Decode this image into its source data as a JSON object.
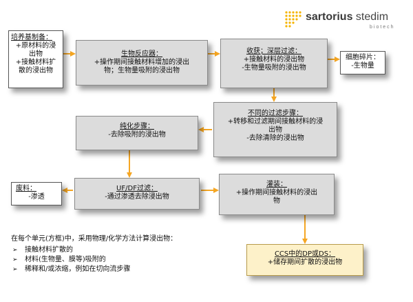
{
  "logo": {
    "name_bold": "sartorius",
    "name_light": " stedim",
    "sub": "biotech"
  },
  "boxes": {
    "media_prep": {
      "title": "培养基制备：",
      "lines": [
        "+原材料的浸",
        "出物",
        "+接触材料扩",
        "散的浸出物"
      ]
    },
    "bioreactor": {
      "title": "生物反应器：",
      "lines": [
        "+操作期间接触材料增加的浸出",
        "物；生物量吸附的浸出物"
      ]
    },
    "harvest": {
      "title": "收获；深层过滤：",
      "lines": [
        "+接触材料的浸出物",
        "-生物量吸附的浸出物"
      ]
    },
    "debris": {
      "title": "细胞碎片：",
      "lines": [
        "-生物量"
      ]
    },
    "filtration": {
      "title": "不同的过滤步骤：",
      "lines": [
        "+转移和过滤期间接触材料的浸",
        "出物",
        "-去除清除的浸出物"
      ]
    },
    "purification": {
      "title": "纯化步骤：",
      "lines": [
        "-去除吸附的浸出物"
      ]
    },
    "waste": {
      "title": "废料：",
      "lines": [
        "-渗透"
      ]
    },
    "ufdf": {
      "title": "UF/DF过滤：",
      "lines": [
        "-通过渗透去除浸出物"
      ]
    },
    "filling": {
      "title": "灌装：",
      "lines": [
        "+操作期间接触材料的浸出",
        "物"
      ]
    },
    "ccs": {
      "title": "CCS中的DP或DS：",
      "lines": [
        "+储存期间扩散的浸出物"
      ]
    }
  },
  "notes": {
    "intro": "在每个单元(方框)中，采用物理/化学方法计算浸出物：",
    "bullet_symbol": "➢",
    "items": [
      "接触材料扩散的",
      "材料(生物量、膜等)吸附的",
      "稀释和/或浓缩，例如在切向流步骤"
    ]
  },
  "colors": {
    "arrow": "#f5a623",
    "grey_box": "#dcdcdc",
    "yellow_box": "#fdf1c9"
  }
}
